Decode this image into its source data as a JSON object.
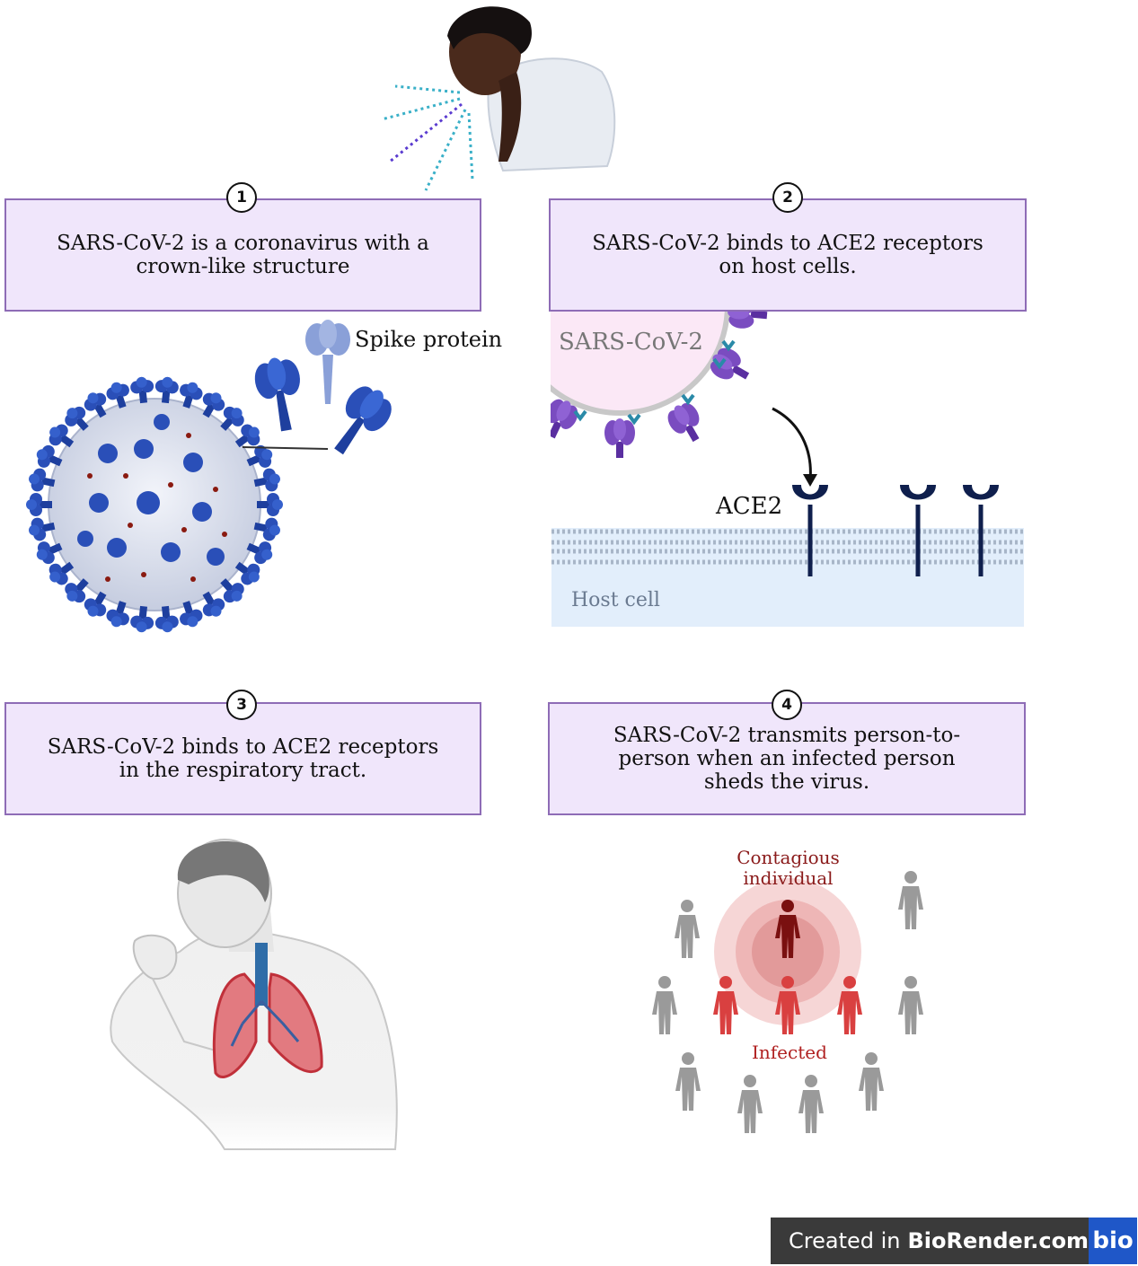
{
  "steps": [
    {
      "number": "1",
      "text": "SARS-CoV-2 is a coronavirus with a crown-like structure"
    },
    {
      "number": "2",
      "text": "SARS-CoV-2 binds to ACE2 receptors on host cells."
    },
    {
      "number": "3",
      "text": "SARS-CoV-2 binds to ACE2 receptors in the respiratory tract."
    },
    {
      "number": "4",
      "text": "SARS-CoV-2 transmits person-to-person when an infected person sheds the virus."
    }
  ],
  "labels": {
    "spike_protein": "Spike protein",
    "sars_cov_2": "SARS-CoV-2",
    "ace2": "ACE2",
    "host_cell": "Host cell",
    "contagious": "Contagious individual",
    "infected": "Infected"
  },
  "footer": {
    "created_in": "Created in",
    "brand": "BioRender.com",
    "logo": "bio"
  },
  "colors": {
    "box_fill": "#f0e6fb",
    "box_border": "#8e6cb6",
    "virus_blue": "#2a4fb8",
    "spike_purple": "#7a4cc0",
    "receptor_navy": "#0f1f4d",
    "infected_red": "#d94040",
    "contagious_dark": "#7a1010",
    "person_gray": "#9a9a9a",
    "biorender_blue": "#1f57c8"
  }
}
